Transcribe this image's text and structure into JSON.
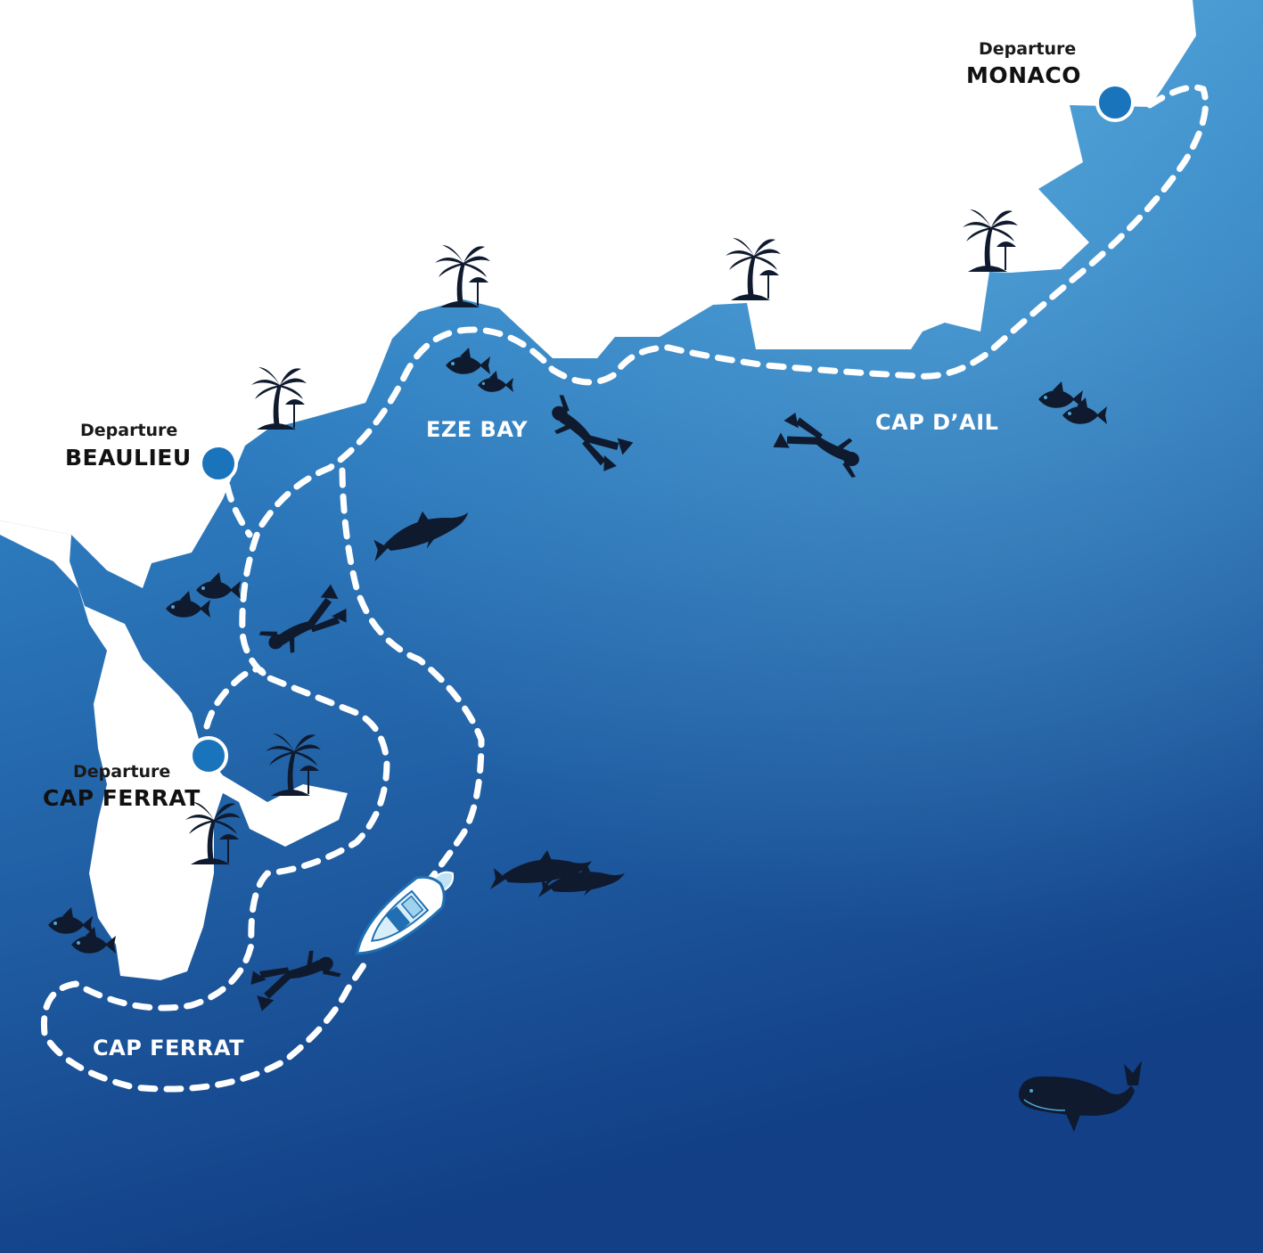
{
  "map": {
    "colors": {
      "land": "#ffffff",
      "sea_shallow": "#4fa3d6",
      "sea_deep": "#123f86",
      "route": "#ffffff",
      "departure_marker": "#1a74bb",
      "silhouette": "#0f1a2e"
    },
    "departures": [
      {
        "id": "monaco",
        "caption": "Departure",
        "name": "MONACO"
      },
      {
        "id": "beaulieu",
        "caption": "Departure",
        "name": "BEAULIEU"
      },
      {
        "id": "cap-ferrat",
        "caption": "Departure",
        "name": "CAP FERRAT"
      }
    ],
    "areas": [
      {
        "id": "eze-bay",
        "name": "EZE BAY"
      },
      {
        "id": "cap-dail",
        "name": "CAP D’AIL"
      },
      {
        "id": "cap-ferrat",
        "name": "CAP FERRAT"
      }
    ],
    "icons": [
      "palm-tree-icon",
      "fish-icon",
      "diver-icon",
      "dolphin-icon",
      "whale-icon",
      "speedboat-icon"
    ]
  }
}
